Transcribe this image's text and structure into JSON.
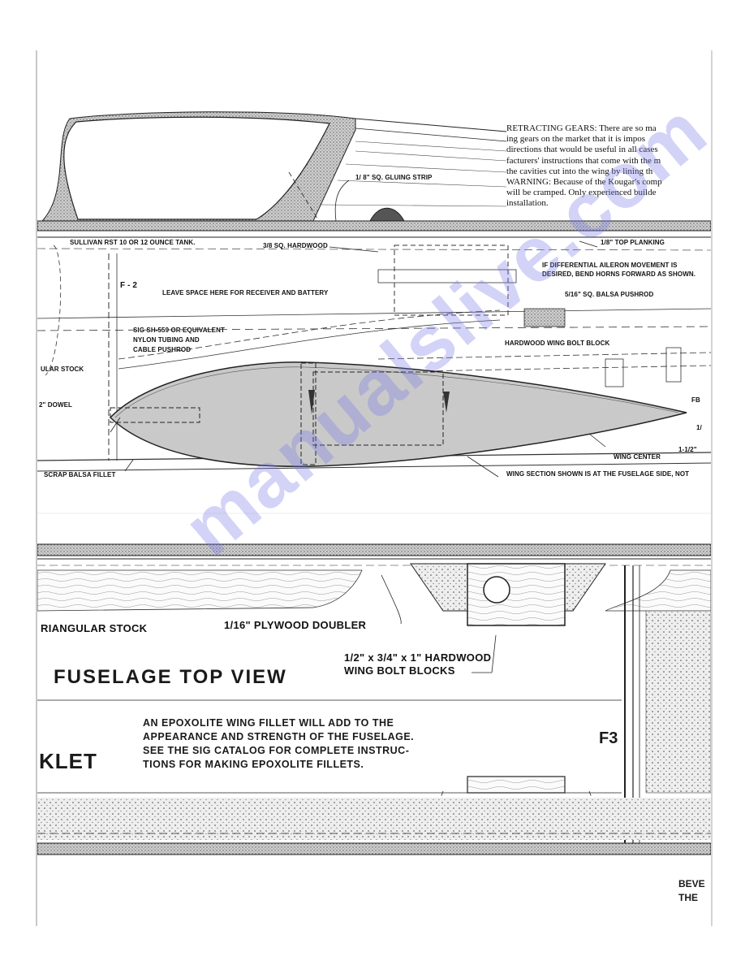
{
  "retracting_note": {
    "lines": [
      "RETRACTING GEARS:  There are so ma",
      "ing gears on the market that it is impos",
      "directions that would be useful in all cases",
      "facturers' instructions that come with the m",
      "the cavities cut into the wing by lining th",
      "WARNING:  Because of the Kougar's comp",
      "will be cramped.  Only experienced builde",
      "installation."
    ]
  },
  "side_view_labels": {
    "gluing_strip": "1/ 8\" SQ. GLUING STRIP",
    "tank": "SULLIVAN RST 10 OR 12 OUNCE TANK.",
    "hardwood": "3/8 SQ. HARDWOOD",
    "top_planking": "1/8\" TOP PLANKING",
    "aileron_line1": "IF DIFFERENTIAL AILERON MOVEMENT IS",
    "aileron_line2": "DESIRED, BEND HORNS FORWARD AS SHOWN.",
    "f2": "F - 2",
    "receiver": "LEAVE SPACE HERE FOR RECEIVER AND BATTERY",
    "pushrod_balsa": "5/16\" SQ. BALSA PUSHROD",
    "nylon_1": "SIG SH-559 OR EQUIVALENT",
    "nylon_2": "NYLON TUBING AND",
    "nylon_3": "CABLE PUSHROD",
    "wing_bolt_block": "HARDWOOD WING BOLT BLOCK",
    "ular_stock": "ULAR STOCK",
    "dowel": "2\" DOWEL",
    "fb": "FB",
    "slash_marker": "1/",
    "wing_center": "WING CENTER",
    "one_half": "1-1/2\"",
    "scrap_fillet": "SCRAP BALSA FILLET",
    "wing_section": "WING SECTION SHOWN IS AT THE FUSELAGE SIDE, NOT"
  },
  "top_view_labels": {
    "triangular_stock": "RIANGULAR STOCK",
    "doubler": "1/16\" PLYWOOD DOUBLER",
    "bolt_blocks_1": "1/2\" x 3/4\" x 1\" HARDWOOD",
    "bolt_blocks_2": "WING BOLT BLOCKS",
    "title": "FUSELAGE TOP VIEW",
    "kit_fragment": "KLET",
    "f3": "F3",
    "epoxolite": [
      "AN EPOXOLITE WING FILLET WILL ADD TO THE",
      "APPEARANCE AND STRENGTH OF THE FUSELAGE.",
      "SEE THE SIG CATALOG FOR COMPLETE INSTRUC-",
      "TIONS FOR MAKING EPOXOLITE FILLETS."
    ],
    "bevel_1": "BEVE",
    "bevel_2": "THE"
  },
  "watermark": "manualslive.com",
  "colors": {
    "ink": "#1a1a1a",
    "stipple": "#8a8a8a",
    "airfoil_fill": "#c9c9c9",
    "watermark": "#7878eb"
  }
}
